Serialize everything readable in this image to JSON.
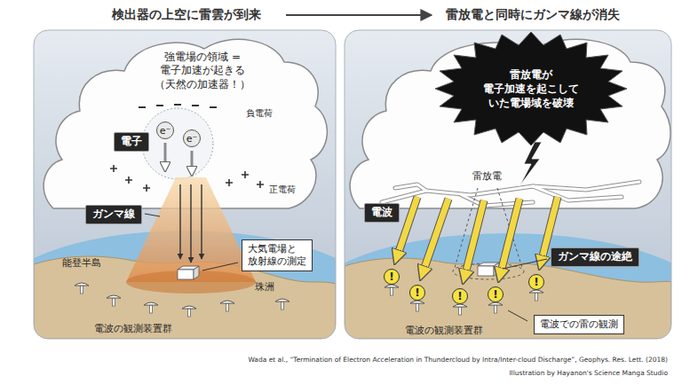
{
  "diagram": {
    "caption": "Wada et al., “Termination of Electron Acceleration in Thundercloud by Intra/Inter-cloud Discharge”, Geophys. Res. Lett. (2018)",
    "nodes": [
      {
        "text": [
          "電子"
        ]
      },
      {
        "text": [
          "e⁻"
        ]
      },
      {
        "text": [
          "e⁻"
        ]
      },
      {
        "text": [
          "ガンマ線"
        ]
      },
      {
        "text": [
          "大気電場と 放射線の測定"
        ]
      },
      {
        "text": [
          "雷放電が 電子加速を起こして いた電場域を破壊"
        ]
      },
      {
        "text": [
          "電波"
        ]
      },
      {
        "text": [
          "ガンマ線の途絶"
        ]
      },
      {
        "text": [
          "!"
        ]
      },
      {
        "text": [
          "!"
        ]
      },
      {
        "text": [
          "!"
        ]
      },
      {
        "text": [
          "!"
        ]
      },
      {
        "text": [
          "!"
        ]
      },
      {
        "text": [
          "電波での雷の観測"
        ]
      }
    ],
    "labels": [
      "検出器の上空に雷雲が到来",
      "雷放電と同時にガンマ線が消失",
      "強電場の領域 =電子加速が起きる （天然の加速器！）",
      "負電荷",
      "正電荷",
      "能登半島",
      "珠洲",
      "電波の観測装置群",
      "雷放電",
      "電波の観測装置群",
      "Illustration by Hayanon's Science Manga Studio"
    ]
  }
}
